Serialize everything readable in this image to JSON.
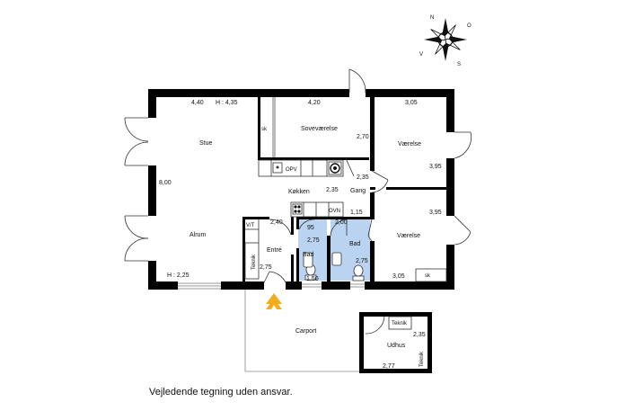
{
  "rooms": {
    "stue": "Stue",
    "alrum": "Alrum",
    "sovevaerelse": "Soveværelse",
    "vaerelse_top": "Værelse",
    "vaerelse_bottom": "Værelse",
    "koekken": "Køkken",
    "gang": "Gang",
    "entre": "Entré",
    "bad_left": "Bad",
    "bad_right": "Bad",
    "carport": "Carport",
    "udhus": "Udhus"
  },
  "fixtures": {
    "sk_bedroom": "sk",
    "sk_room": "sk",
    "opv": "OPV",
    "ovn": "OVN",
    "vt": "V/T",
    "teknik_entre": "Teknik",
    "teknik_udhus_vertical": "Teknik",
    "teknik_udhus_box": "Teknik"
  },
  "dimensions": {
    "stue_width": "4,40",
    "ceiling_height": "H : 4,35",
    "alrum_depth": "8,00",
    "alrum_height": "H : 2,25",
    "sove_width": "4,20",
    "sove_depth": "2,70",
    "vaer_top_width": "3,05",
    "vaer_top_depth": "3,95",
    "vaer_bottom_depth": "3,95",
    "vaer_bottom_width": "3,05",
    "gang_a": "2,35",
    "gang_b": "2,35",
    "gang_c": "1,15",
    "entre_width": "2,40",
    "entre_depth": "2,75",
    "bad_left_width": "95",
    "bad_left_depth": "2,75",
    "bad_right_width": "2,00",
    "bad_right_depth": "2,75",
    "bad_bottom": "1,50",
    "udhus_depth": "2,35",
    "udhus_width": "2,77"
  },
  "compass": {
    "n": "N",
    "o": "O",
    "v": "V",
    "s": "S"
  },
  "caption": "Vejledende tegning uden ansvar.",
  "colors": {
    "wall": "#000000",
    "bath": "#b9d3f0",
    "entrance_arrow": "#f3ac1c"
  }
}
